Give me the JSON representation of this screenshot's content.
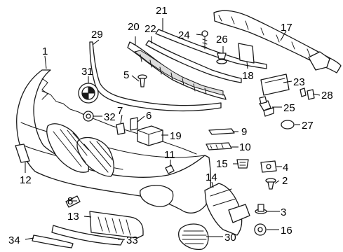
{
  "callouts": [
    {
      "id": "c1",
      "text": "1"
    },
    {
      "id": "c2",
      "text": "2"
    },
    {
      "id": "c3",
      "text": "3"
    },
    {
      "id": "c4",
      "text": "4"
    },
    {
      "id": "c5",
      "text": "5"
    },
    {
      "id": "c6",
      "text": "6"
    },
    {
      "id": "c7",
      "text": "7"
    },
    {
      "id": "c8",
      "text": "8"
    },
    {
      "id": "c9",
      "text": "9"
    },
    {
      "id": "c10",
      "text": "10"
    },
    {
      "id": "c11",
      "text": "11"
    },
    {
      "id": "c12",
      "text": "12"
    },
    {
      "id": "c13",
      "text": "13"
    },
    {
      "id": "c14",
      "text": "14"
    },
    {
      "id": "c15",
      "text": "15"
    },
    {
      "id": "c16",
      "text": "16"
    },
    {
      "id": "c17",
      "text": "17"
    },
    {
      "id": "c18",
      "text": "18"
    },
    {
      "id": "c19",
      "text": "19"
    },
    {
      "id": "c20",
      "text": "20"
    },
    {
      "id": "c21",
      "text": "21"
    },
    {
      "id": "c22",
      "text": "22"
    },
    {
      "id": "c23",
      "text": "23"
    },
    {
      "id": "c24",
      "text": "24"
    },
    {
      "id": "c25",
      "text": "25"
    },
    {
      "id": "c26",
      "text": "26"
    },
    {
      "id": "c27",
      "text": "27"
    },
    {
      "id": "c28",
      "text": "28"
    },
    {
      "id": "c29",
      "text": "29"
    },
    {
      "id": "c30",
      "text": "30"
    },
    {
      "id": "c31",
      "text": "31"
    },
    {
      "id": "c32",
      "text": "32"
    },
    {
      "id": "c33",
      "text": "33"
    },
    {
      "id": "c34",
      "text": "34"
    }
  ],
  "colors": {
    "line": "#1a1a1a",
    "background": "#ffffff"
  }
}
